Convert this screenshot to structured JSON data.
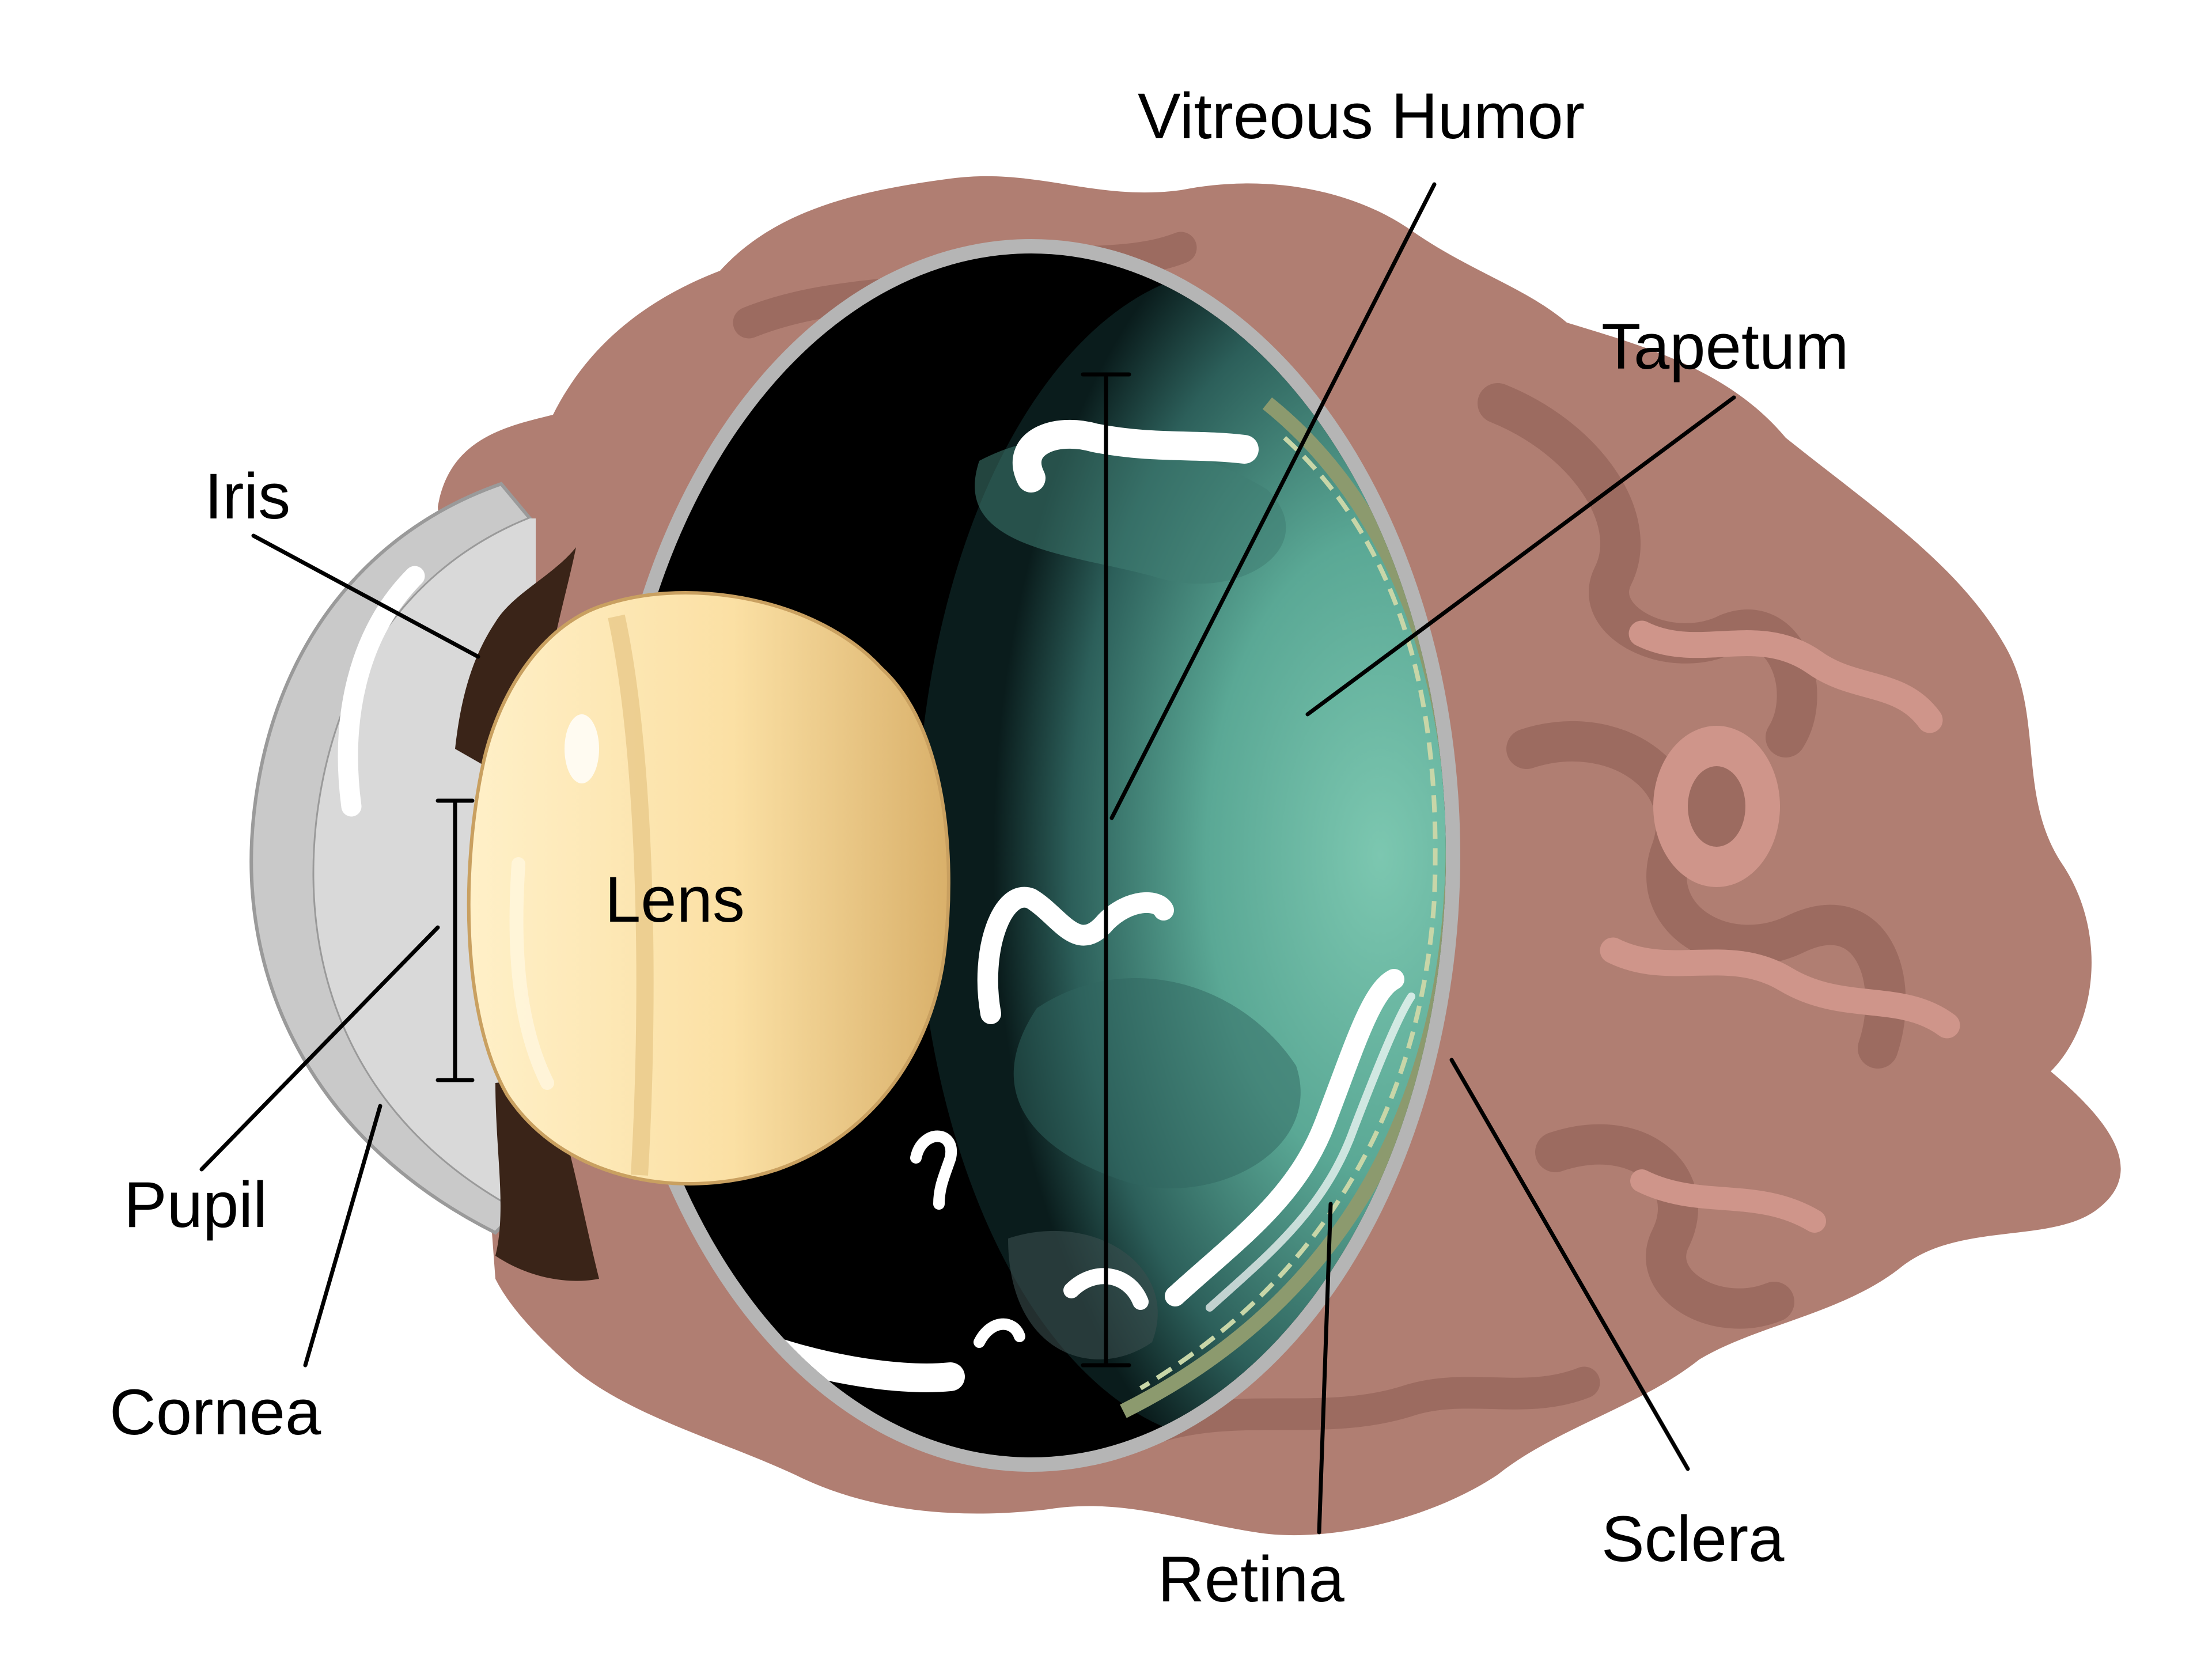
{
  "labels": {
    "vitreous_humor": "Vitreous Humor",
    "tapetum": "Tapetum",
    "iris": "Iris",
    "lens": "Lens",
    "pupil": "Pupil",
    "cornea": "Cornea",
    "retina": "Retina",
    "sclera": "Sclera"
  },
  "colors": {
    "background": "#ffffff",
    "tissue": "#b07e72",
    "tissue_dark": "#9c6b60",
    "tissue_light": "#cf958a",
    "sclera": "#b5b5b5",
    "cornea": "#c9c9c9",
    "cornea_inner": "#d9d9d9",
    "iris": "#3a2418",
    "interior": "#000000",
    "tapetum": "#6fb8a3",
    "tapetum_dark": "#1c4a47",
    "retina": "#8c9a6e",
    "lens": "#fbe2a9",
    "lens_shadow": "#d4ad6c",
    "floaters": "#ffffff",
    "text": "#000000"
  }
}
